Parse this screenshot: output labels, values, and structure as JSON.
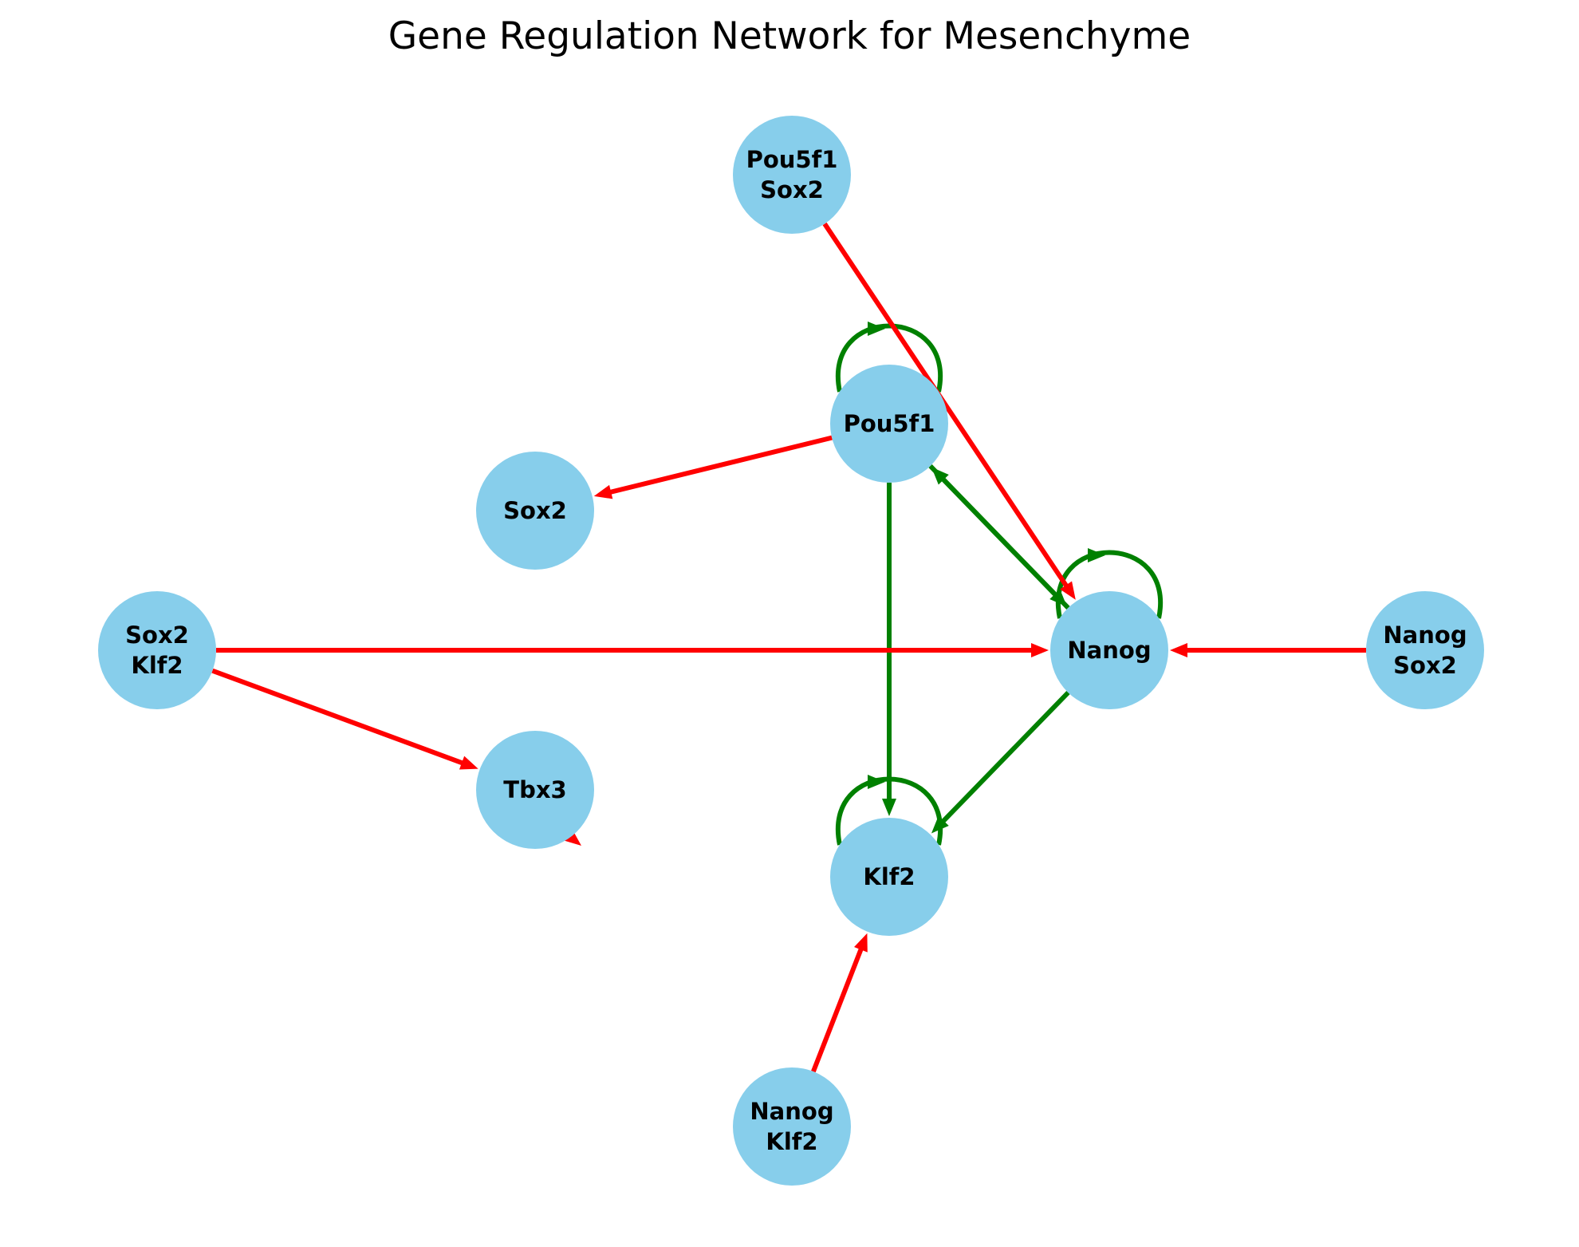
{
  "title": "Gene Regulation Network for Mesenchyme",
  "colors": {
    "node_fill": "#87CEEB",
    "activation": "#008000",
    "repression": "#FF0000"
  },
  "nodes": [
    {
      "id": "pou5f1_sox2",
      "lines": [
        "Pou5f1",
        "Sox2"
      ]
    },
    {
      "id": "pou5f1",
      "lines": [
        "Pou5f1"
      ]
    },
    {
      "id": "sox2",
      "lines": [
        "Sox2"
      ]
    },
    {
      "id": "sox2_klf2",
      "lines": [
        "Sox2",
        "Klf2"
      ]
    },
    {
      "id": "nanog",
      "lines": [
        "Nanog"
      ]
    },
    {
      "id": "nanog_sox2",
      "lines": [
        "Nanog",
        "Sox2"
      ]
    },
    {
      "id": "tbx3",
      "lines": [
        "Tbx3"
      ]
    },
    {
      "id": "klf2",
      "lines": [
        "Klf2"
      ]
    },
    {
      "id": "nanog_klf2",
      "lines": [
        "Nanog",
        "Klf2"
      ]
    }
  ],
  "edges": [
    {
      "from": "pou5f1",
      "to": "pou5f1",
      "type": "activation"
    },
    {
      "from": "nanog",
      "to": "nanog",
      "type": "activation"
    },
    {
      "from": "klf2",
      "to": "klf2",
      "type": "activation"
    },
    {
      "from": "tbx3",
      "to": "tbx3",
      "type": "repression"
    },
    {
      "from": "pou5f1",
      "to": "nanog",
      "type": "activation"
    },
    {
      "from": "nanog",
      "to": "pou5f1",
      "type": "activation"
    },
    {
      "from": "pou5f1",
      "to": "klf2",
      "type": "activation"
    },
    {
      "from": "nanog",
      "to": "klf2",
      "type": "activation"
    },
    {
      "from": "pou5f1",
      "to": "sox2",
      "type": "repression"
    },
    {
      "from": "pou5f1_sox2",
      "to": "nanog",
      "type": "repression"
    },
    {
      "from": "sox2_klf2",
      "to": "nanog",
      "type": "repression"
    },
    {
      "from": "sox2_klf2",
      "to": "tbx3",
      "type": "repression"
    },
    {
      "from": "nanog_sox2",
      "to": "nanog",
      "type": "repression"
    },
    {
      "from": "nanog_klf2",
      "to": "klf2",
      "type": "repression"
    }
  ]
}
